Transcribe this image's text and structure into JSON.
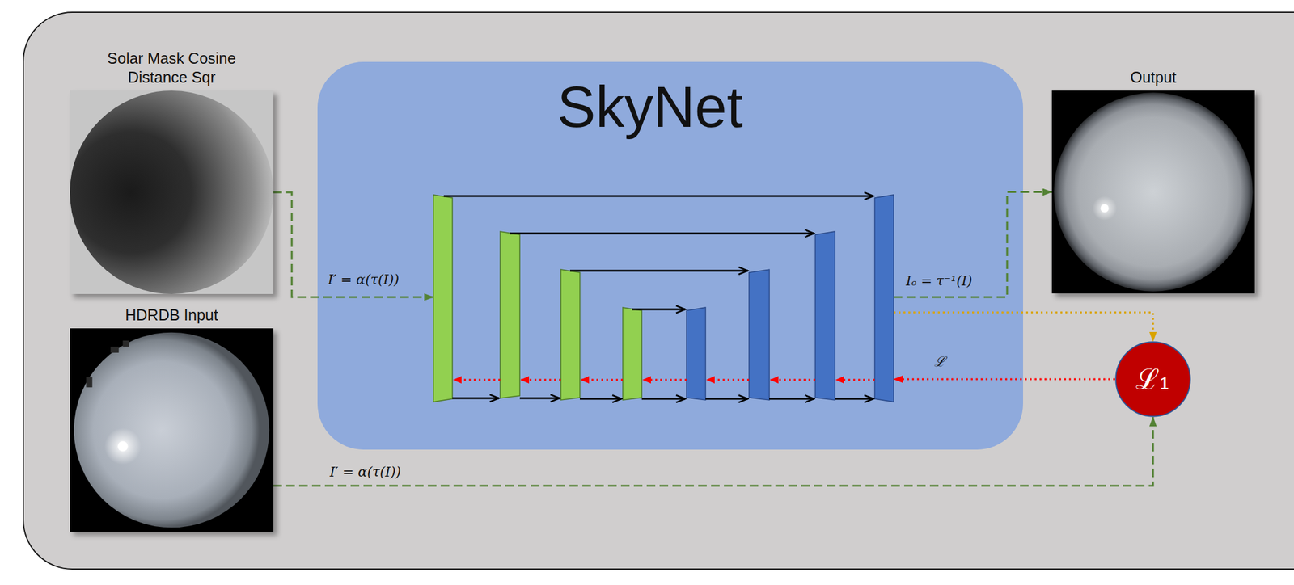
{
  "diagram": {
    "nodes": [
      {
        "text": [
          "Solar Mask Cosine Distance Sqr"
        ]
      },
      {
        "text": [
          "HDRDB Input"
        ]
      },
      {
        "text": [
          "SkyNet"
        ]
      },
      {
        "text": [
          "Output"
        ]
      },
      {
        "text": [
          "ℒ₁"
        ]
      }
    ],
    "edges": [
      {
        "from": 0,
        "to": 2,
        "arrow": "to",
        "label": "I′ = α(τ(I))"
      },
      {
        "from": 2,
        "to": 3,
        "arrow": "to",
        "label": "Iₒ = τ⁻¹(I)"
      },
      {
        "from": 2,
        "to": 4,
        "arrow": "to"
      },
      {
        "from": 1,
        "to": 4,
        "arrow": "to",
        "label": "I′ = α(τ(I))"
      },
      {
        "from": 4,
        "to": 2,
        "arrow": "to",
        "label": "ℒ"
      }
    ]
  }
}
